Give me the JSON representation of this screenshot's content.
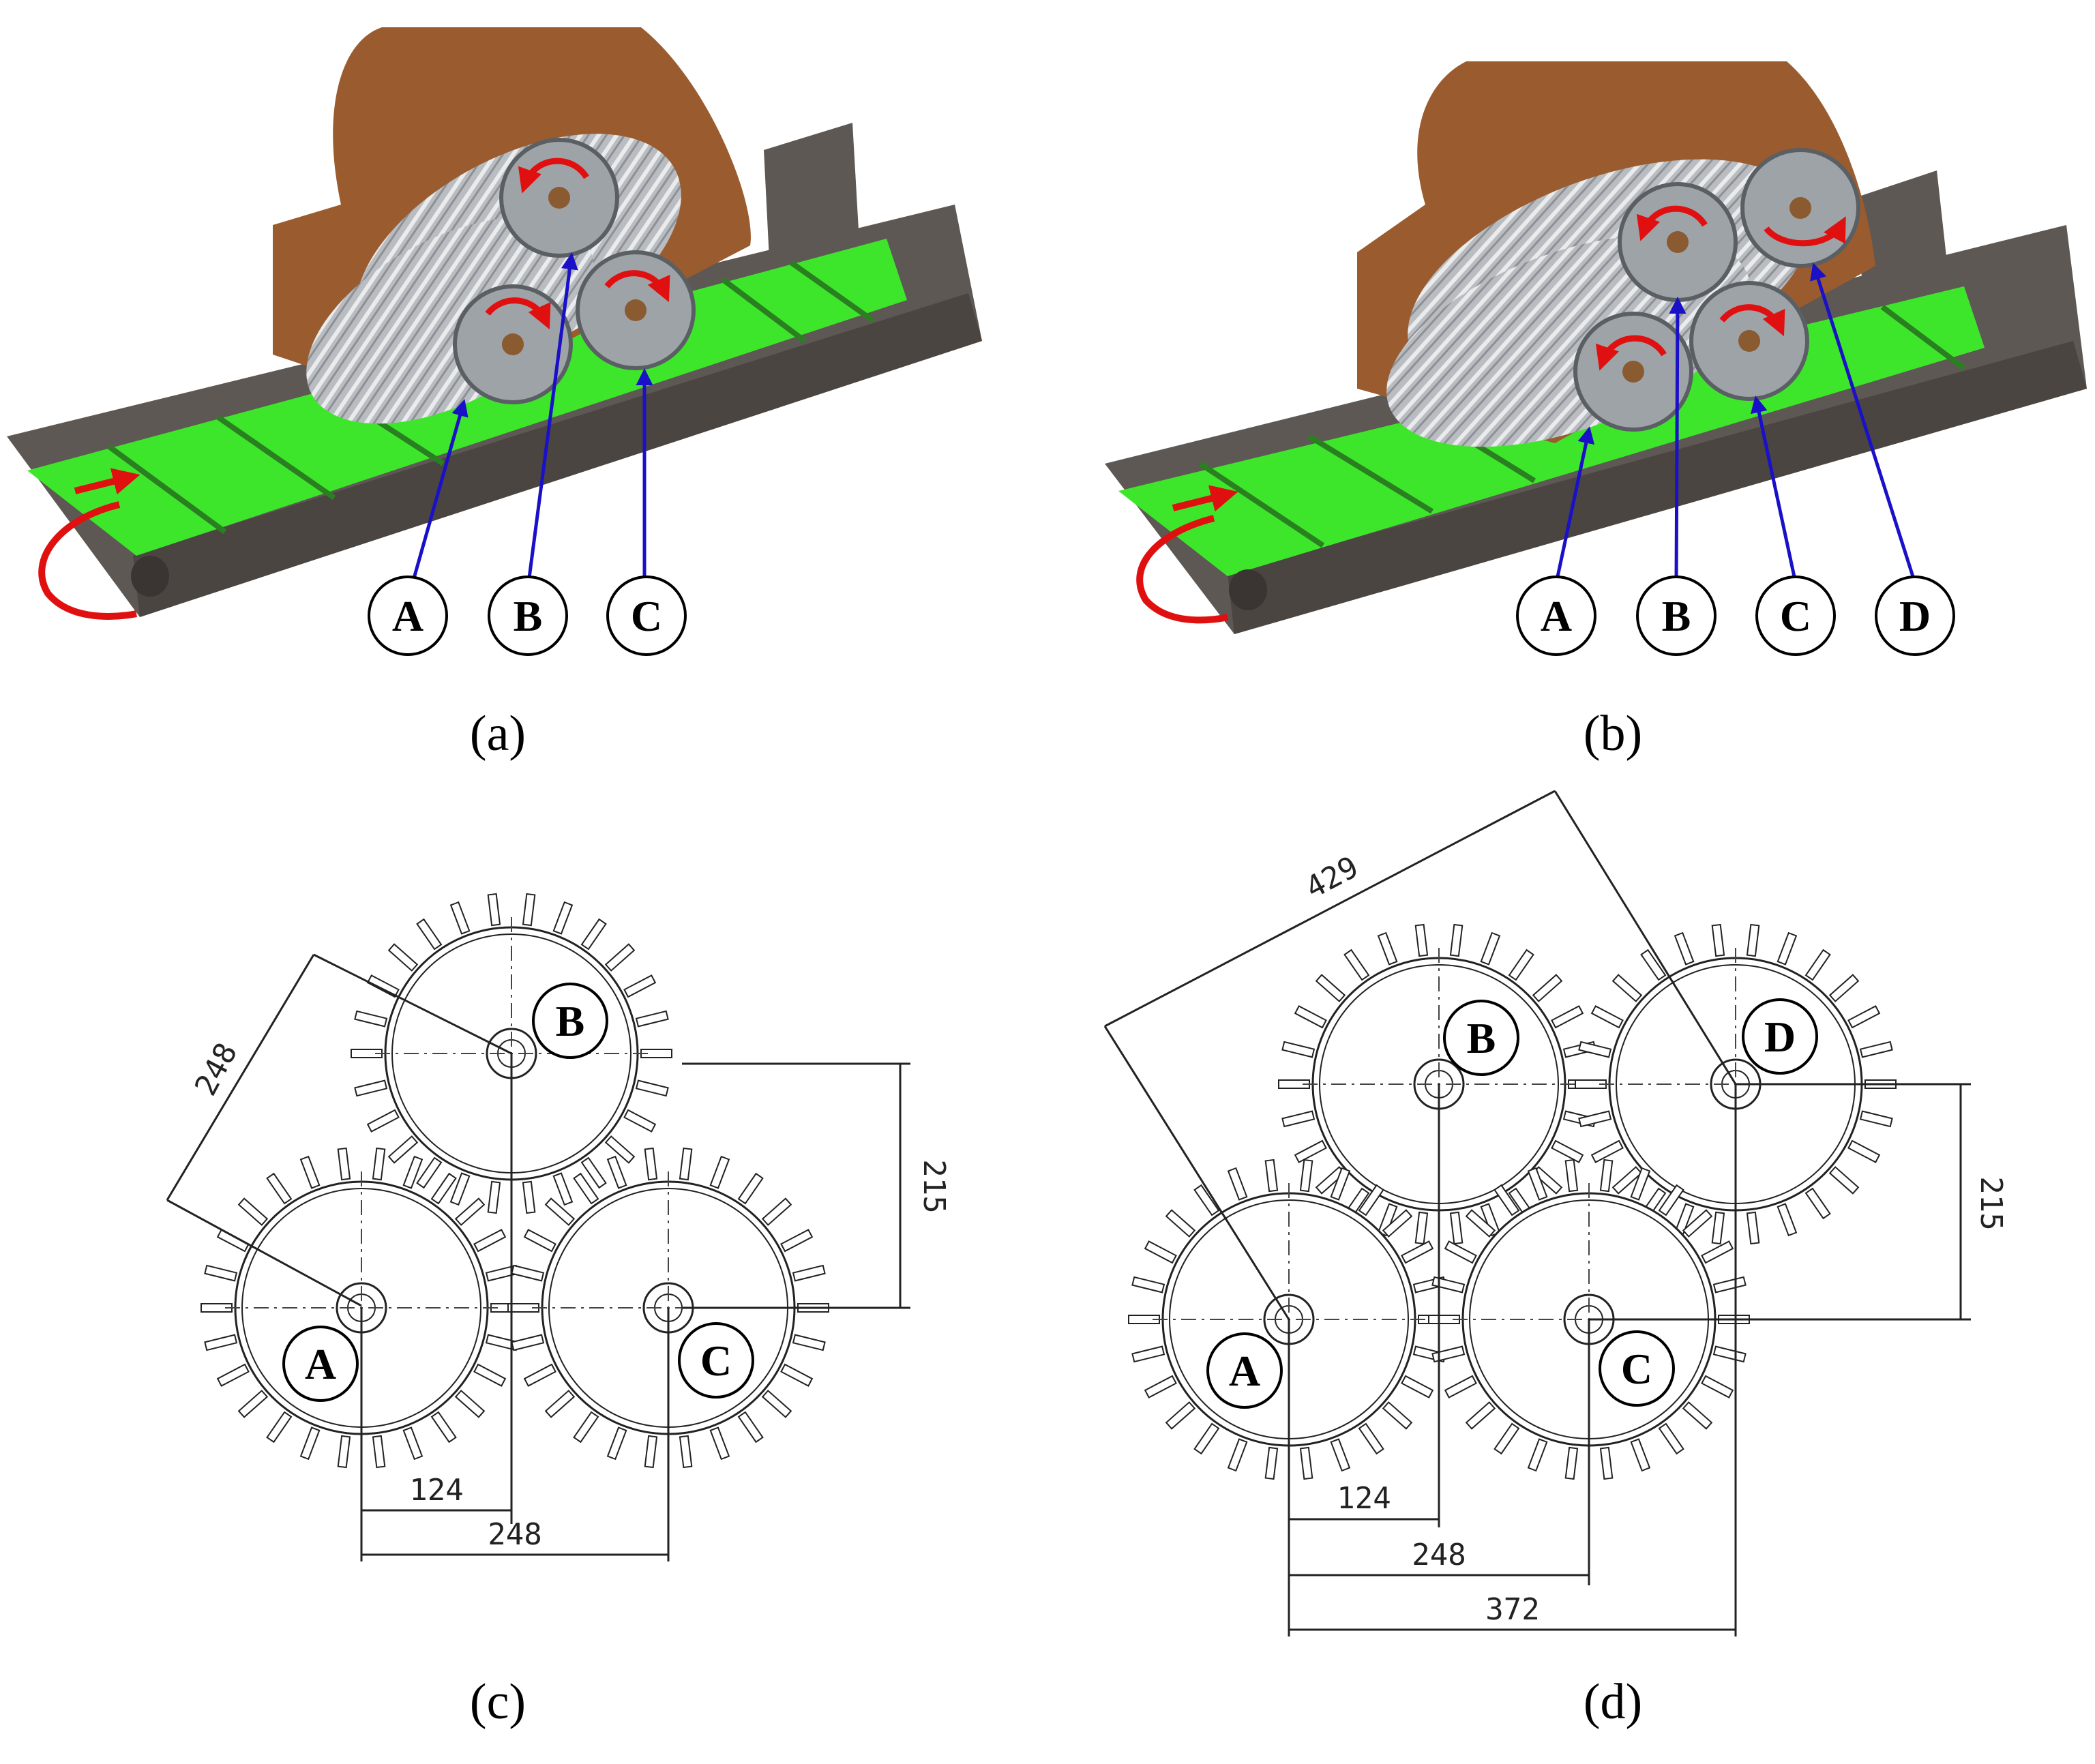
{
  "captions": {
    "a": "(a)",
    "b": "(b)",
    "c": "(c)",
    "d": "(d)"
  },
  "panel_a": {
    "labels": [
      "A",
      "B",
      "C"
    ]
  },
  "panel_b": {
    "labels": [
      "A",
      "B",
      "C",
      "D"
    ]
  },
  "panel_c": {
    "labels": [
      "A",
      "B",
      "C"
    ],
    "dims": {
      "diag": "248",
      "vertical": "215",
      "short": "124",
      "long": "248"
    }
  },
  "panel_d": {
    "labels": [
      "A",
      "B",
      "C",
      "D"
    ],
    "dims": {
      "diag": "429",
      "vertical": "215",
      "short": "124",
      "mid": "248",
      "long": "372"
    }
  },
  "colors": {
    "belt": "#3ee62b",
    "frame": "#5e5854",
    "hood": "#9a5c2e",
    "roller": "#9ea3a8",
    "arrow_red": "#e01010",
    "leader_blue": "#1a10c8"
  }
}
